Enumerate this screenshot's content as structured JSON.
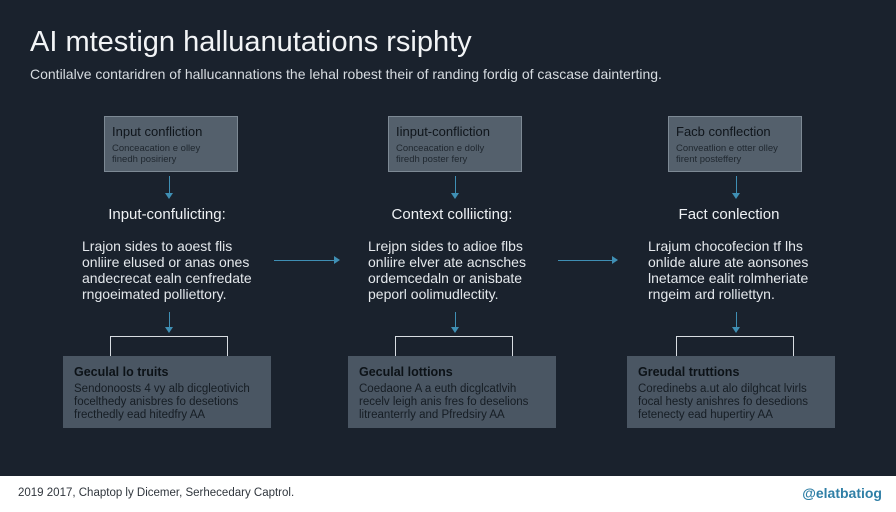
{
  "header": {
    "title": "AI mtestign halluanutations rsiphty",
    "subtitle": "Contilalve contaridren of hallucannations the lehal robest their of randing fordig of cascase dainterting."
  },
  "columns": [
    {
      "top_box": {
        "title": "Input confliction",
        "body": "Conceacation e olley\nfinedh posiriery"
      },
      "heading": "Input-confulicting:",
      "text": "Lrajon sides to aoest flis\nonliire elused or anas ones\nandecrecat ealn cenfredate\nrngoeimated polliettory.",
      "bottom_box": {
        "title": "Geculal lo truits",
        "body": "Sendonoosts 4 vy alb dicgleotivich\nfocelthedy anisbres fo desetions\nfrecthedly ead hitedfry AA"
      }
    },
    {
      "top_box": {
        "title": "Iinput-confliction",
        "body": "Conceacation e dolly\nfiredh poster fery"
      },
      "heading": "Context colliicting:",
      "text": "Lrejpn sides to adioe flbs\nonliire elver ate acnsches\nordemcedaln or anisbate\npeporl oolimudlectity.",
      "bottom_box": {
        "title": "Geculal lottions",
        "body": "Coedaone A a euth dicglcatlvih\nrecelv leigh anis fres fo deselions\nlitreanterrly and Pfredsiry AA"
      }
    },
    {
      "top_box": {
        "title": "Facb conflection",
        "body": "Conveatlion e otter olley\nfirent posteffery"
      },
      "heading": "Fact conlection",
      "text": "Lrajum chocofecion tf lhs\nonlide alure ate aonsones\nlnetamce ealit rolmheriate\nrngeim ard rolliettyn.",
      "bottom_box": {
        "title": "Greudal truttions",
        "body": "Coredinebs a.ut alo dilghcat lvirls\nfocal hesty anishres fo desedions\nfetenecty ead hupertiry AA"
      }
    }
  ],
  "footer": {
    "left_text": "2019 2017, Chaptop ly Dicemer, Serhecedary Captrol.",
    "logo_text": "@elatbatiog"
  },
  "colors": {
    "background": "#1a222d",
    "accent": "#3f8fb4",
    "box_fill": "#54606c"
  }
}
